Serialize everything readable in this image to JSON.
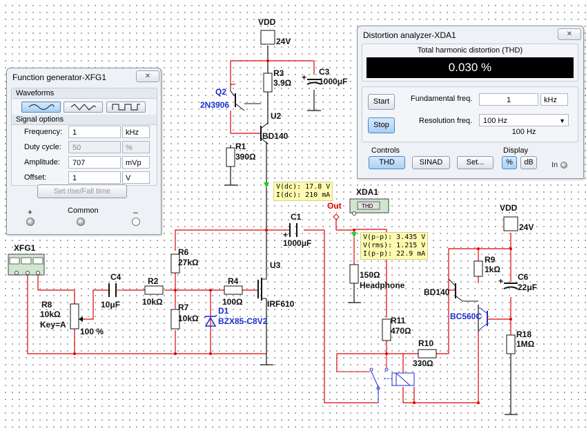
{
  "schematic": {
    "vdd_top": {
      "name": "VDD",
      "value": "24V"
    },
    "vdd_right": {
      "name": "VDD",
      "value": "24V"
    },
    "components": {
      "r3": {
        "ref": "R3",
        "value": "3.9Ω"
      },
      "c3": {
        "ref": "C3",
        "value": "1000μF"
      },
      "q2": {
        "ref": "Q2",
        "model": "2N3906"
      },
      "u2": {
        "ref": "U2",
        "model": "BD140"
      },
      "r1": {
        "ref": "R1",
        "value": "390Ω"
      },
      "c1": {
        "ref": "C1",
        "value": "1000μF"
      },
      "r6": {
        "ref": "R6",
        "value": "27kΩ"
      },
      "r7": {
        "ref": "R7",
        "value": "10kΩ"
      },
      "r4": {
        "ref": "R4",
        "value": "100Ω"
      },
      "d1": {
        "ref": "D1",
        "model": "BZX85-C8V2"
      },
      "u3": {
        "ref": "U3",
        "model": "IRF610"
      },
      "c4": {
        "ref": "C4",
        "value": "10μF"
      },
      "r2": {
        "ref": "R2",
        "value": "10kΩ"
      },
      "r8": {
        "ref": "R8",
        "value": "10kΩ",
        "key": "Key=A",
        "setting": "100 %"
      },
      "xfg1": {
        "ref": "XFG1"
      },
      "xda1": {
        "ref": "XDA1",
        "body": "THD"
      },
      "out": {
        "label": "Out"
      },
      "headphone": {
        "value": "150Ω",
        "name": "Headphone"
      },
      "r11": {
        "ref": "R11",
        "value": "470Ω"
      },
      "r10": {
        "ref": "R10",
        "value": "330Ω"
      },
      "r9": {
        "ref": "R9",
        "value": "1kΩ"
      },
      "c6": {
        "ref": "C6",
        "value": "22μF"
      },
      "r18": {
        "ref": "R18",
        "value": "1MΩ"
      },
      "bd140b": {
        "model": "BD140"
      },
      "bc560c": {
        "model": "BC560C"
      }
    },
    "probe1": {
      "line1": "V(dc): 17.8 V",
      "line2": "I(dc): 210 mA"
    },
    "probe2": {
      "line1": "V(p-p): 3.435 V",
      "line2": "V(rms): 1.215 V",
      "line3": "I(p-p): 22.9 mA"
    }
  },
  "function_generator": {
    "title": "Function generator-XFG1",
    "close_symbol": "✕",
    "waveforms_label": "Waveforms",
    "waveforms": [
      "sine",
      "triangle",
      "square"
    ],
    "selected_waveform": "sine",
    "signal_options_label": "Signal options",
    "rows": [
      {
        "label": "Frequency:",
        "value": "1",
        "unit": "kHz",
        "enabled": true
      },
      {
        "label": "Duty cycle:",
        "value": "50",
        "unit": "%",
        "enabled": false
      },
      {
        "label": "Amplitude:",
        "value": "707",
        "unit": "mVp",
        "enabled": true
      },
      {
        "label": "Offset:",
        "value": "1",
        "unit": "V",
        "enabled": true
      }
    ],
    "rise_fall_button": "Set rise/Fall time",
    "terminal_plus": "+",
    "terminal_common": "Common",
    "terminal_minus": "_"
  },
  "distortion_analyzer": {
    "title": "Distortion analyzer-XDA1",
    "close_symbol": "✕",
    "thd_label": "Total harmonic distortion (THD)",
    "thd_value": "0.030 %",
    "start_button": "Start",
    "stop_button": "Stop",
    "fundamental_label": "Fundamental freq.",
    "fundamental_value": "1",
    "fundamental_unit": "kHz",
    "resolution_label": "Resolution freq.",
    "resolution_value": "100 Hz",
    "resolution_readout": "100 Hz",
    "controls_label": "Controls",
    "thd_button": "THD",
    "sinad_button": "SINAD",
    "set_button": "Set...",
    "display_label": "Display",
    "percent_button": "%",
    "db_button": "dB",
    "in_label": "In"
  },
  "colors": {
    "wire_red": "#e00000",
    "wire_black": "#111111",
    "label_blue": "#1a2ed0",
    "probe_yellow": "#fffbb0",
    "probe_arrow": "#22cc22",
    "display_bg": "#000000"
  }
}
